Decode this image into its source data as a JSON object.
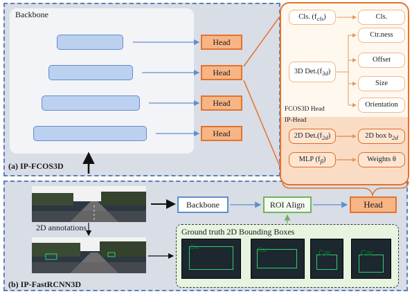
{
  "panel_a": {
    "backbone_label": "Backbone",
    "heads": [
      "Head",
      "Head",
      "Head",
      "Head"
    ],
    "title": "(a) IP-FCOS3D"
  },
  "ip_panel": {
    "cls_node": "Cls. (f",
    "cls_sub": "cls",
    "cls_out": "Cls.",
    "det3d_node": "3D Det.(f",
    "det3d_sub": "3d",
    "outputs_3d": [
      "Ctr.ness",
      "Offset",
      "Size",
      "Orientation"
    ],
    "fcos_label": "FCOS3D Head",
    "iphead_label": "IP-Head",
    "det2d_node": "2D Det.(f",
    "det2d_sub": "2d",
    "box2d_out": "2D box b",
    "box2d_sub": "2d",
    "mlp_node": "MLP (f",
    "mlp_sub": "β",
    "weights_out": "Weights θ"
  },
  "panel_b": {
    "backbone": "Backbone",
    "roi_align": "ROI Align",
    "head": "Head",
    "annotations_label": "2D annotations",
    "gt_label": "Ground truth 2D Bounding Boxes",
    "car_labels": [
      "Car",
      "Car",
      "Car",
      "Car"
    ],
    "title": "(b) IP-FastRCNN3D"
  },
  "colors": {
    "accent_orange": "#e4722b",
    "head_fill": "#f7b586",
    "backbone_blue": "#5f8ecb",
    "roi_green": "#6fb55c"
  }
}
